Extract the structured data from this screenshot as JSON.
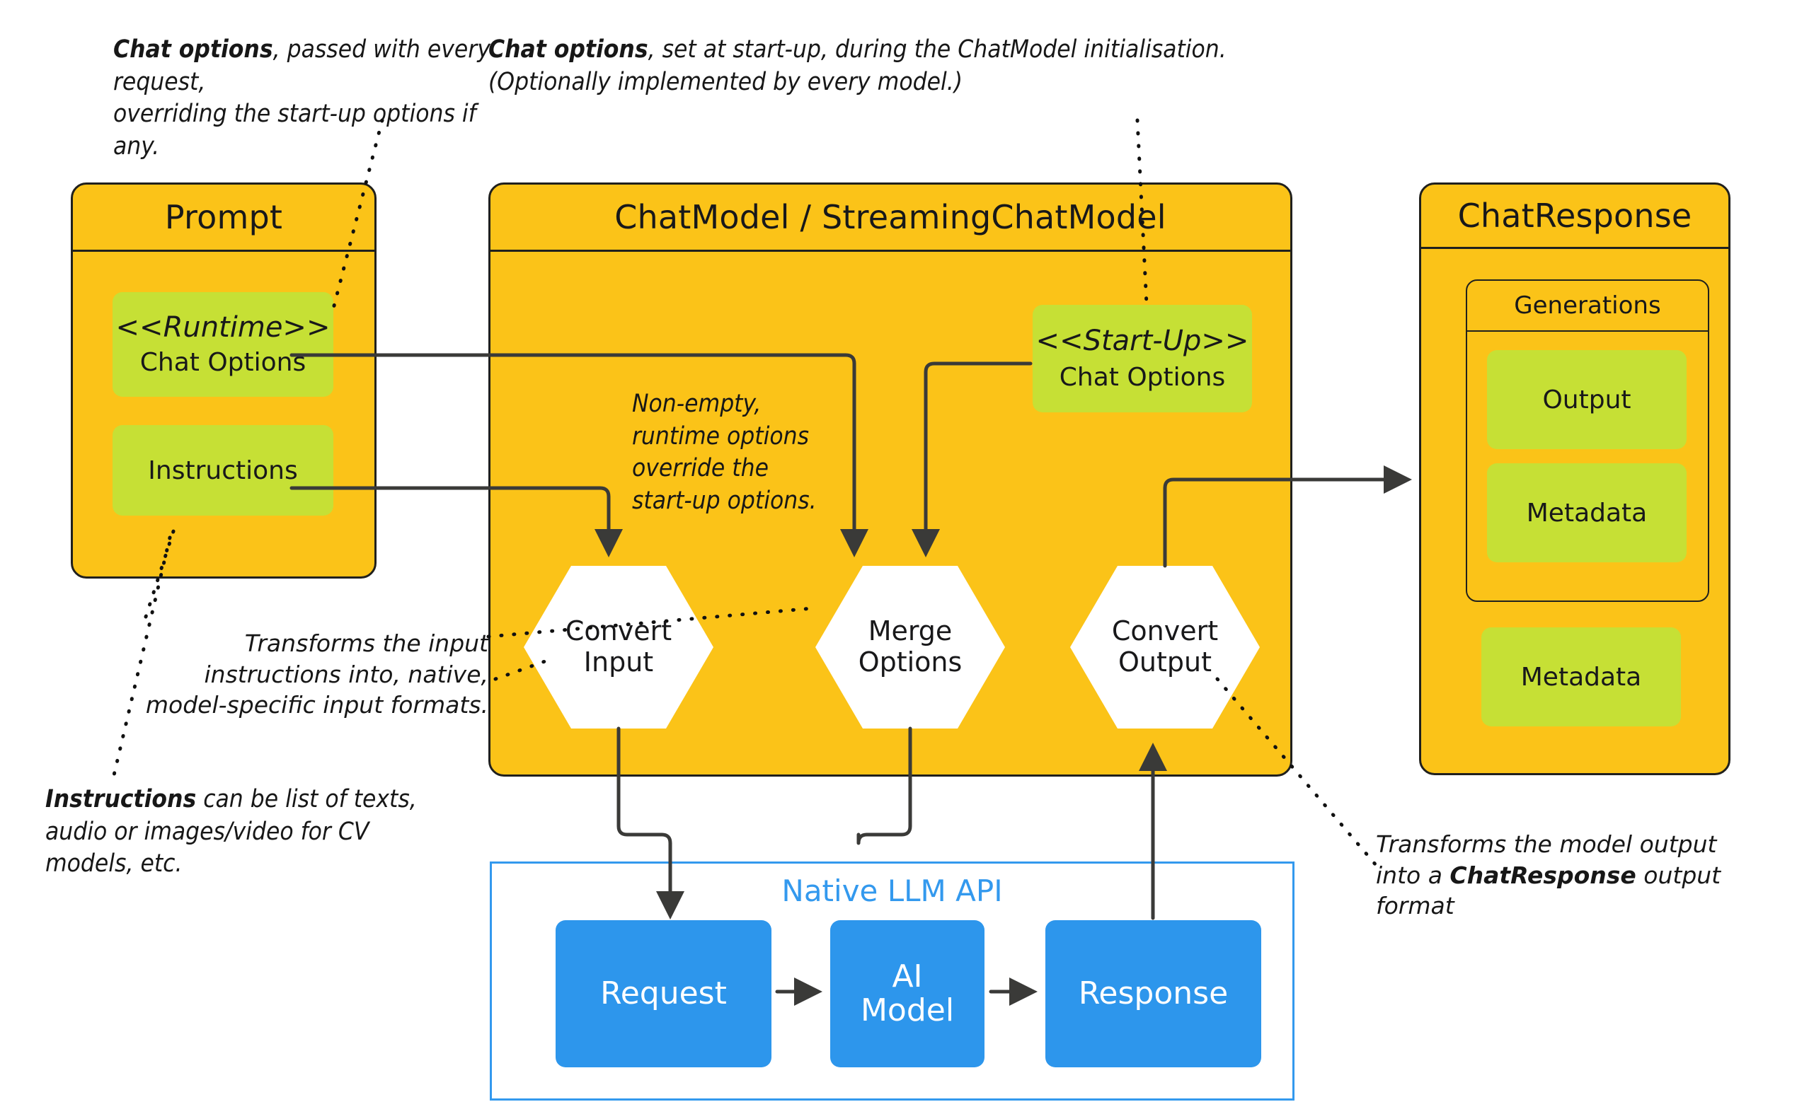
{
  "diagram": {
    "title": "Spring AI ChatModel request/response flow",
    "colors": {
      "container_fill": "#FBC318",
      "chip_fill": "#C6E035",
      "api_accent": "#3399EE",
      "api_box_fill": "#2D96EC",
      "stroke": "#20201d",
      "hexagon_fill": "#FFFFFF"
    }
  },
  "prompt": {
    "title": "Prompt",
    "chips": [
      {
        "stereotype": "<<Runtime>>",
        "label": "Chat Options"
      },
      {
        "label": "Instructions"
      }
    ]
  },
  "chatmodel": {
    "title": "ChatModel / StreamingChatModel",
    "chips": [
      {
        "stereotype": "<<Start-Up>>",
        "label": "Chat Options"
      }
    ],
    "steps": [
      {
        "line1": "Convert",
        "line2": "Input"
      },
      {
        "line1": "Merge",
        "line2": "Options"
      },
      {
        "line1": "Convert",
        "line2": "Output"
      }
    ],
    "inline_note": "Non-empty,\nruntime options\noverride the\nstart-up options."
  },
  "chatresponse": {
    "title": "ChatResponse",
    "generations": {
      "title": "Generations",
      "chips": [
        {
          "label": "Output"
        },
        {
          "label": "Metadata"
        }
      ]
    },
    "chips": [
      {
        "label": "Metadata"
      }
    ]
  },
  "native_api": {
    "title": "Native LLM API",
    "boxes": [
      {
        "line1": "Request",
        "line2": ""
      },
      {
        "line1": "AI",
        "line2": "Model"
      },
      {
        "line1": "Response",
        "line2": ""
      }
    ]
  },
  "annotations": {
    "runtime_options": {
      "bold": "Chat options",
      "rest_line1": ", passed with every  request,",
      "line2": "overriding the start-up options if any."
    },
    "startup_options": {
      "bold": "Chat options",
      "rest_line1": ", set at start-up, during  the ChatModel initialisation.",
      "line2": "(Optionally implemented by every model.)"
    },
    "instructions": {
      "bold": "Instructions",
      "rest_line1": " can be list of texts,",
      "line2": "audio or images/video for CV",
      "line3": "models, etc."
    },
    "convert_input": {
      "line1": "Transforms the input",
      "line2": "instructions into, native,",
      "line3": "model-specific input formats."
    },
    "convert_output": {
      "line1": "Transforms the model output",
      "line2_pre": "into  a ",
      "line2_bold": "ChatResponse",
      "line2_post": " output",
      "line3": "format"
    }
  }
}
